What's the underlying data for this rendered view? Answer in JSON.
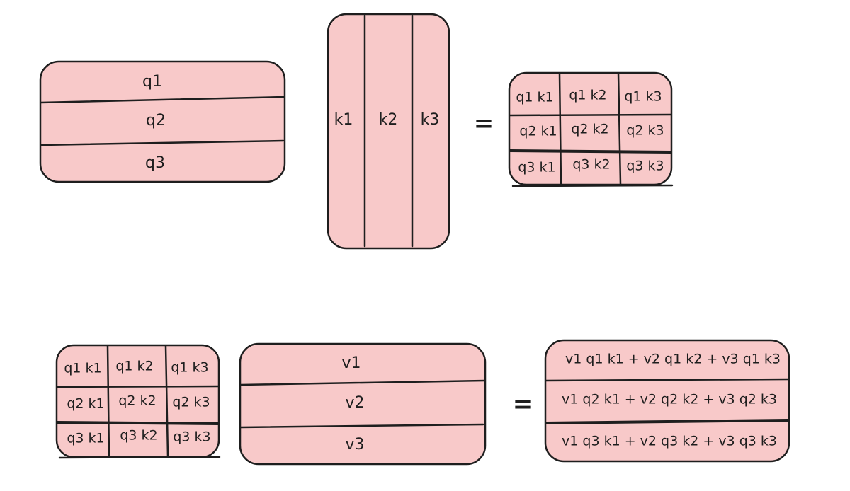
{
  "q_matrix": {
    "rows": [
      "q1",
      "q2",
      "q3"
    ]
  },
  "k_matrix": {
    "cols": [
      "k1",
      "k2",
      "k3"
    ]
  },
  "qk_matrix": {
    "cells": [
      [
        "q1 k1",
        "q1 k2",
        "q1 k3"
      ],
      [
        "q2 k1",
        "q2 k2",
        "q2 k3"
      ],
      [
        "q3 k1",
        "q3 k2",
        "q3 k3"
      ]
    ]
  },
  "v_matrix": {
    "rows": [
      "v1",
      "v2",
      "v3"
    ]
  },
  "result_matrix": {
    "rows": [
      "v1 q1 k1 + v2 q1 k2 + v3 q1 k3",
      "v1 q2 k1 + v2 q2 k2 + v3 q2 k3",
      "v1 q3 k1 + v2 q3 k2 + v3 q3 k3"
    ]
  },
  "equals_symbol": "=",
  "colors": {
    "fill": "#f8c9c9",
    "stroke": "#1e1e1e"
  }
}
